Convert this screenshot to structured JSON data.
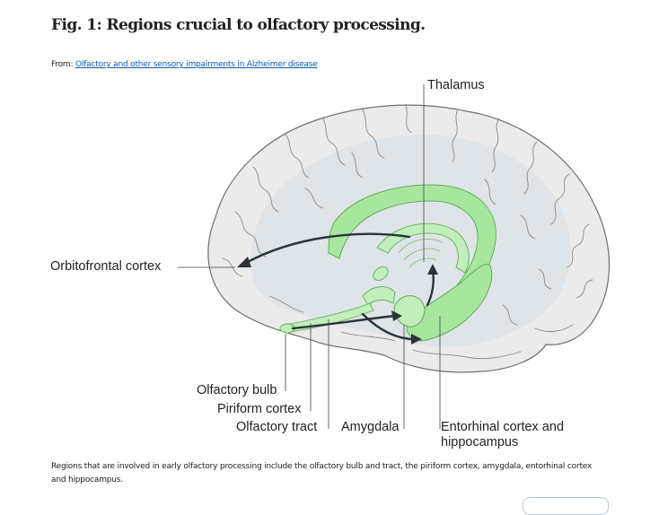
{
  "figure": {
    "title": "Fig. 1: Regions crucial to olfactory processing.",
    "from_prefix": "From: ",
    "from_link": "Olfactory and other sensory impairments in Alzheimer disease",
    "caption": "Regions that are involved in early olfactory processing include the olfactory bulb and tract, the piriform cortex, amygdala, entorhinal cortex and hippocampus."
  },
  "labels": {
    "thalamus": "Thalamus",
    "orbitofrontal": "Orbitofrontal cortex",
    "olfactory_bulb": "Olfactory bulb",
    "piriform": "Piriform cortex",
    "olfactory_tract": "Olfactory tract",
    "amygdala": "Amygdala",
    "entorhinal_1": "Entorhinal cortex and",
    "entorhinal_2": "hippocampus"
  },
  "colors": {
    "brain_fill": "#ebebeb",
    "brain_inner": "#dde3e8",
    "highlight_green": "#a8e6a0",
    "highlight_stroke": "#5fae57",
    "arrow": "#2a3438",
    "link": "#0b5cad"
  }
}
